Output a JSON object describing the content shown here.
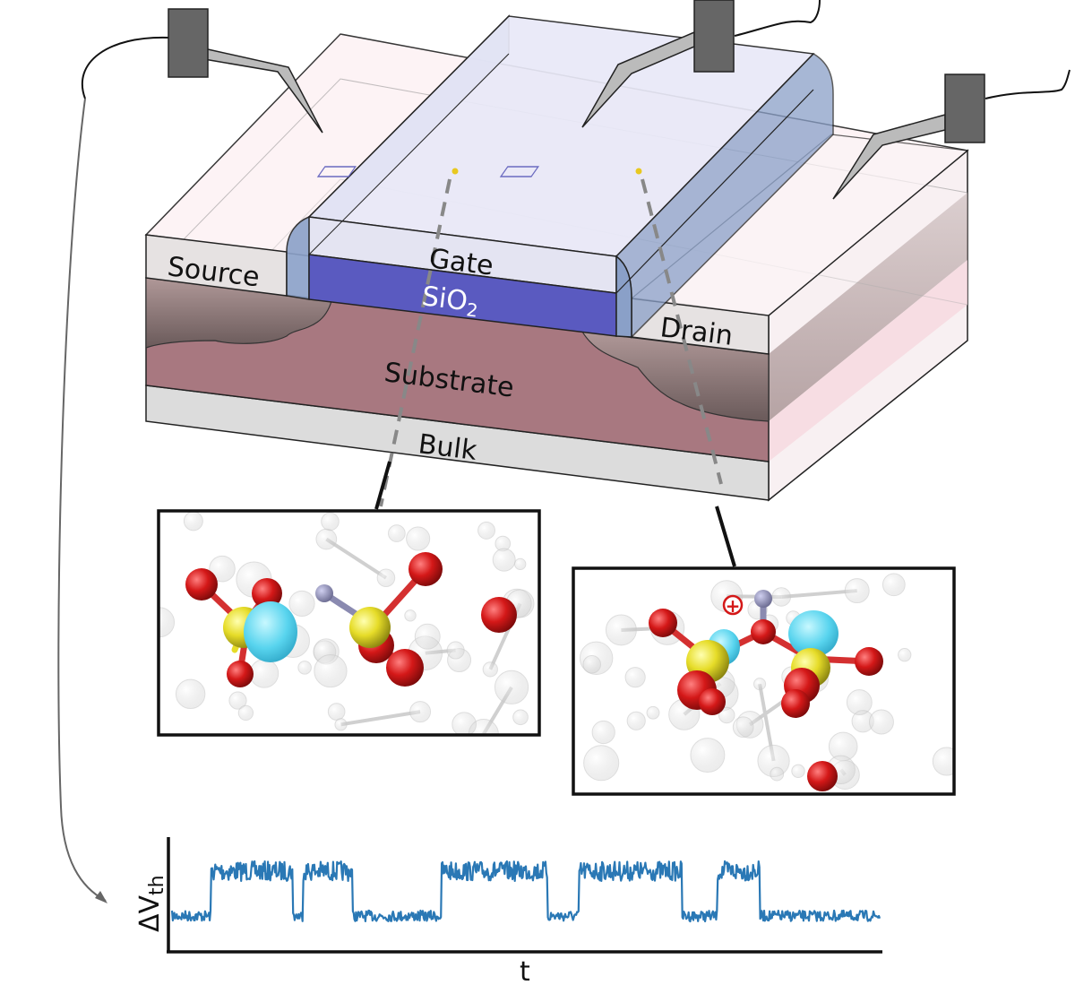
{
  "labels": {
    "source": "Source",
    "gate": "Gate",
    "oxide": "SiO",
    "oxide_sub": "2",
    "drain": "Drain",
    "substrate": "Substrate",
    "bulk": "Bulk",
    "charge_symbol": "+"
  },
  "plot": {
    "ylabel_main": "ΔV",
    "ylabel_sub": "th",
    "xlabel": "t",
    "trace_color": "#2a78b5",
    "levels": [
      {
        "t0": 0.0,
        "t1": 0.055,
        "level": 0
      },
      {
        "t0": 0.055,
        "t1": 0.17,
        "level": 1
      },
      {
        "t0": 0.17,
        "t1": 0.185,
        "level": 0
      },
      {
        "t0": 0.185,
        "t1": 0.255,
        "level": 1
      },
      {
        "t0": 0.255,
        "t1": 0.38,
        "level": 0
      },
      {
        "t0": 0.38,
        "t1": 0.53,
        "level": 1
      },
      {
        "t0": 0.53,
        "t1": 0.575,
        "level": 0
      },
      {
        "t0": 0.575,
        "t1": 0.72,
        "level": 1
      },
      {
        "t0": 0.72,
        "t1": 0.77,
        "level": 0
      },
      {
        "t0": 0.77,
        "t1": 0.83,
        "level": 1
      },
      {
        "t0": 0.83,
        "t1": 1.0,
        "level": 0
      }
    ]
  },
  "colors": {
    "gate": "#e4e4f7",
    "oxide": "#5a5ac0",
    "spacer": "#8aa0c8",
    "substrate": "#a87880",
    "bulk": "#dcdcdc",
    "source_drain": "#e8e4e4",
    "probe": "#666666",
    "oxygen": "#d42020",
    "silicon": "#e8e030",
    "hydrogen": "#8a8ab0",
    "orbital": "#60d8f0"
  }
}
